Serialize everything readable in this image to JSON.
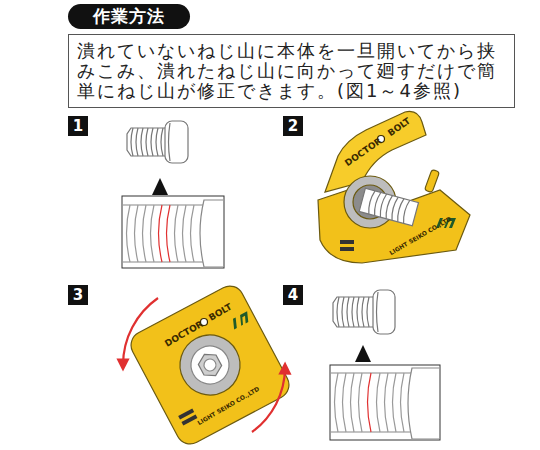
{
  "diagram": {
    "title": "作業方法",
    "nodes": [
      {
        "text": [
          "潰れていないねじ山に本体を一旦開いてから挟みこみ、潰れたねじ山に向かって廻すだけで簡単にねじ山が修正できます。(図1～4参照)"
        ]
      },
      {
        "text": [
          "1"
        ]
      },
      {
        "text": [
          "2"
        ]
      },
      {
        "text": [
          "3"
        ]
      },
      {
        "text": [
          "4"
        ]
      }
    ],
    "labels": [
      "DOCTOR",
      "BOLT",
      "LIGHT SEIKO CO.,LTD",
      "DOCTOR",
      "BOLT",
      "LIGHT SEIKO CO.,LTD"
    ]
  }
}
